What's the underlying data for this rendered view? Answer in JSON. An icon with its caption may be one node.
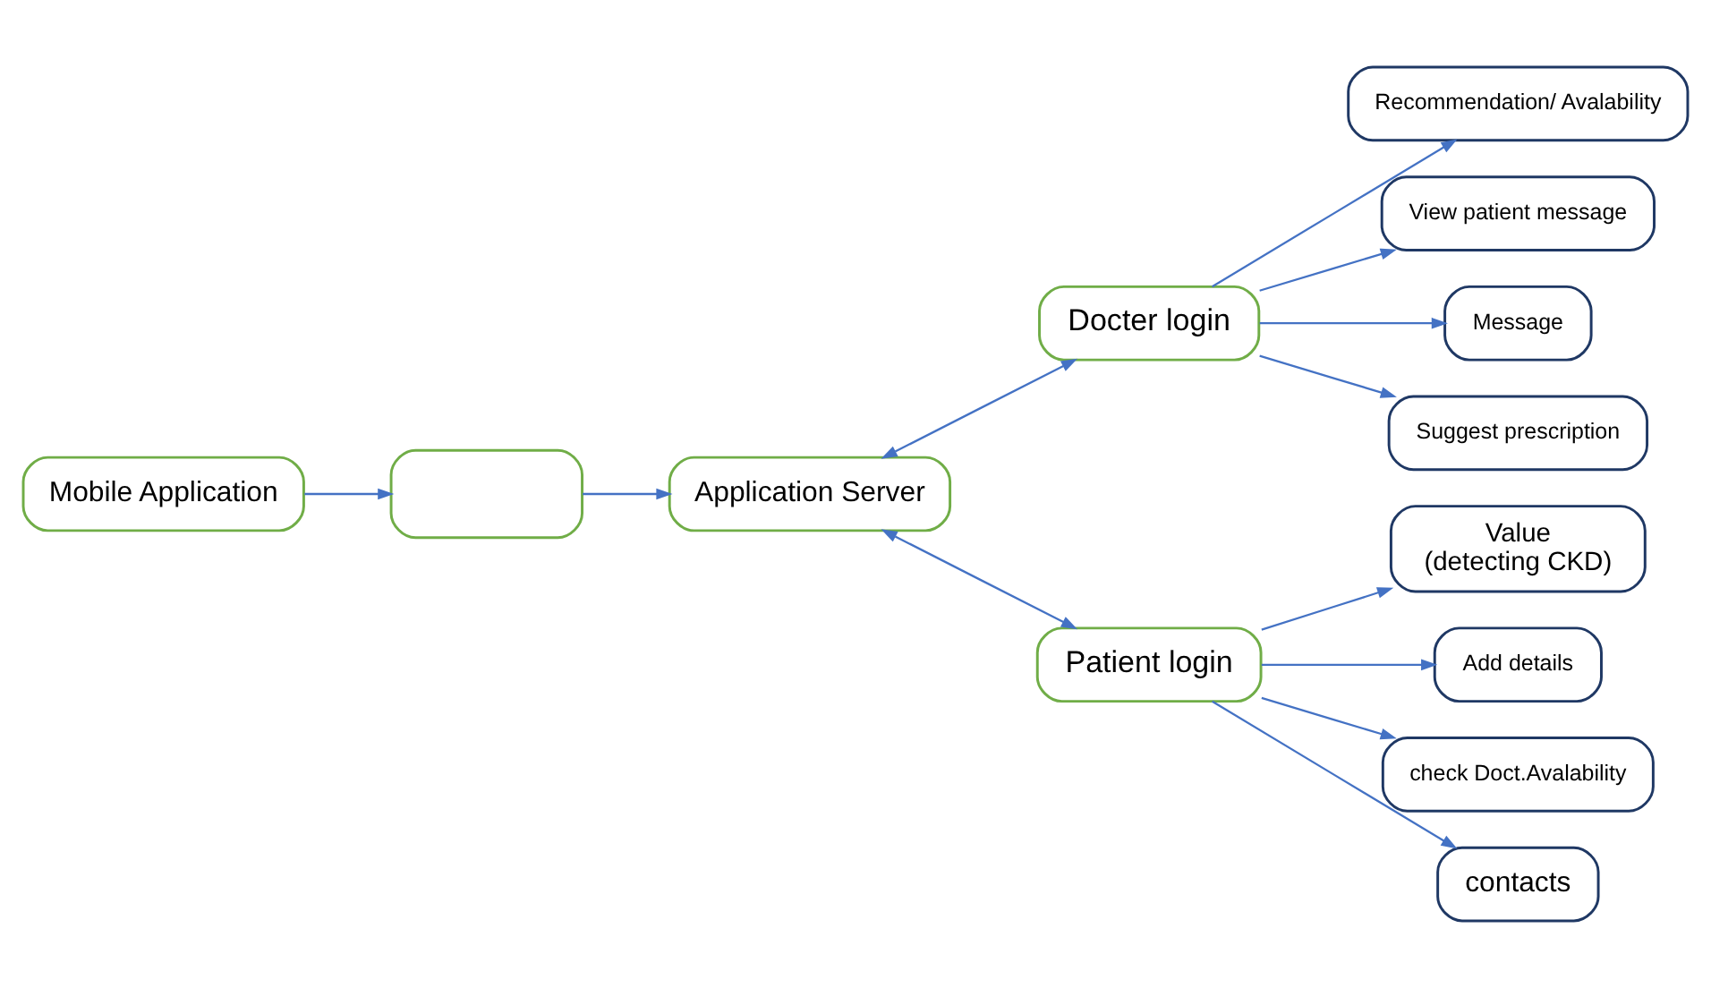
{
  "diagram": {
    "nodes": [
      {
        "text": [
          "Mobile Application"
        ]
      },
      {
        "text": [],
        "shape": "box"
      },
      {
        "text": [
          "Application Server"
        ]
      },
      {
        "text": [
          "Docter login"
        ]
      },
      {
        "text": [
          "Recommendation/ Avalability"
        ]
      },
      {
        "text": [
          "View patient message"
        ]
      },
      {
        "text": [
          "Message"
        ]
      },
      {
        "text": [
          "Suggest prescription"
        ]
      },
      {
        "text": [
          "Patient login"
        ]
      },
      {
        "text": [
          "Value",
          "(detecting CKD)"
        ]
      },
      {
        "text": [
          "Add details"
        ]
      },
      {
        "text": [
          "check Doct.Avalability"
        ]
      },
      {
        "text": [
          "contacts"
        ]
      }
    ],
    "edges": [
      {
        "from": 0,
        "to": 1,
        "arrow": "to"
      },
      {
        "from": 1,
        "to": 2,
        "arrow": "to"
      },
      {
        "from": 2,
        "to": 3,
        "arrow": "both"
      },
      {
        "from": 2,
        "to": 8,
        "arrow": "both"
      },
      {
        "from": 3,
        "to": 4,
        "arrow": "to"
      },
      {
        "from": 3,
        "to": 5,
        "arrow": "to"
      },
      {
        "from": 3,
        "to": 6,
        "arrow": "to"
      },
      {
        "from": 3,
        "to": 7,
        "arrow": "to"
      },
      {
        "from": 8,
        "to": 9,
        "arrow": "to"
      },
      {
        "from": 8,
        "to": 10,
        "arrow": "to"
      },
      {
        "from": 8,
        "to": 11,
        "arrow": "to"
      },
      {
        "from": 8,
        "to": 12,
        "arrow": "to"
      }
    ]
  }
}
